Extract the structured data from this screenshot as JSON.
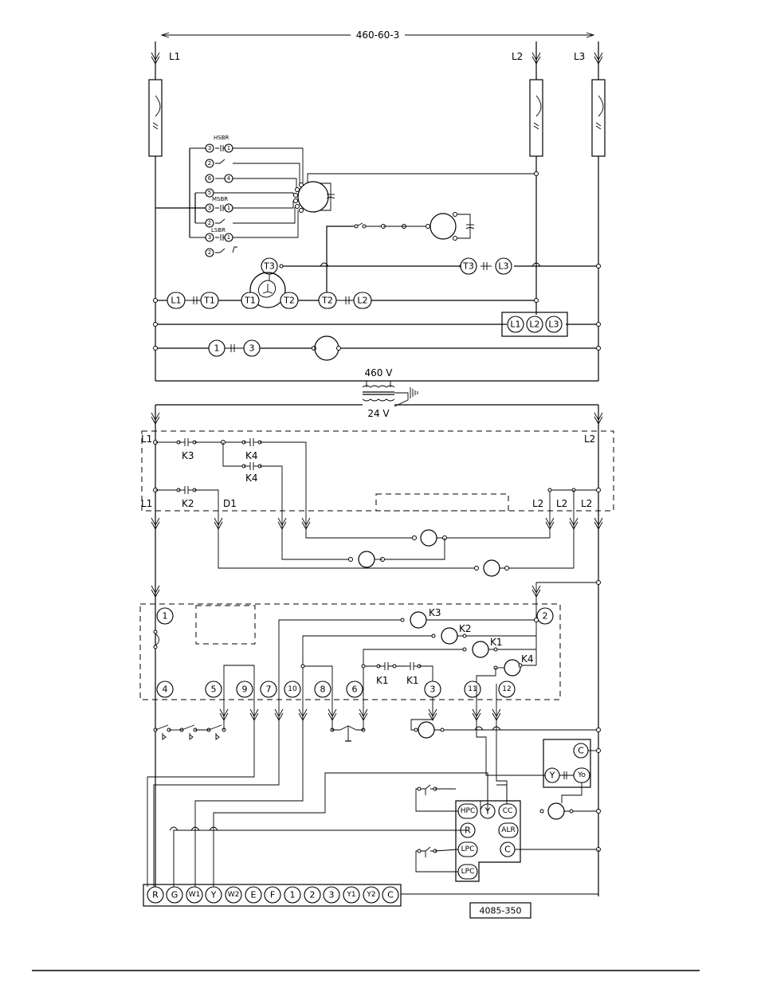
{
  "supply": {
    "label": "460-60-3",
    "lines": [
      "L1",
      "L2",
      "L3"
    ]
  },
  "transformer": {
    "primary": "460 V",
    "secondary": "24 V"
  },
  "motor_leads": [
    "T1",
    "T2",
    "T3"
  ],
  "term_L": [
    "L1",
    "T1",
    "T1",
    "T2",
    "T2",
    "L2",
    "T3",
    "L3"
  ],
  "term_block": [
    "L1",
    "L2",
    "L3"
  ],
  "fan_contacts": [
    "1",
    "3"
  ],
  "speed_relays": {
    "hsbr": "HSBR",
    "msbr": "MSBR",
    "lsbr": "LSBR",
    "terms": [
      "3",
      "1",
      "2",
      "6",
      "4",
      "5",
      "3",
      "1",
      "2",
      "3",
      "1",
      "2"
    ]
  },
  "relay_box": {
    "top": [
      "L1",
      "L2"
    ],
    "bottom": [
      "L1",
      "L2",
      "L2",
      "L2"
    ],
    "contacts": [
      "K3",
      "K4",
      "K4",
      "K2"
    ],
    "d1": "D1"
  },
  "control_board": {
    "terms_top": [
      "1",
      "2"
    ],
    "coils": [
      "K3",
      "K2",
      "K1",
      "K4"
    ],
    "contacts": [
      "K1",
      "K1"
    ],
    "terms_bottom": [
      "4",
      "5",
      "9",
      "7",
      "10",
      "8",
      "6",
      "3",
      "11",
      "12"
    ]
  },
  "relay_module": [
    "C",
    "Y",
    "Yo"
  ],
  "lockout": [
    "HPC",
    "Y",
    "CC",
    "R",
    "ALR",
    "LPC",
    "C",
    "LPC"
  ],
  "thermostat": [
    "R",
    "G",
    "W1",
    "Y",
    "W2",
    "E",
    "F",
    "1",
    "2",
    "3",
    "Y1",
    "Y2",
    "C"
  ],
  "drawing_number": "4085-350"
}
